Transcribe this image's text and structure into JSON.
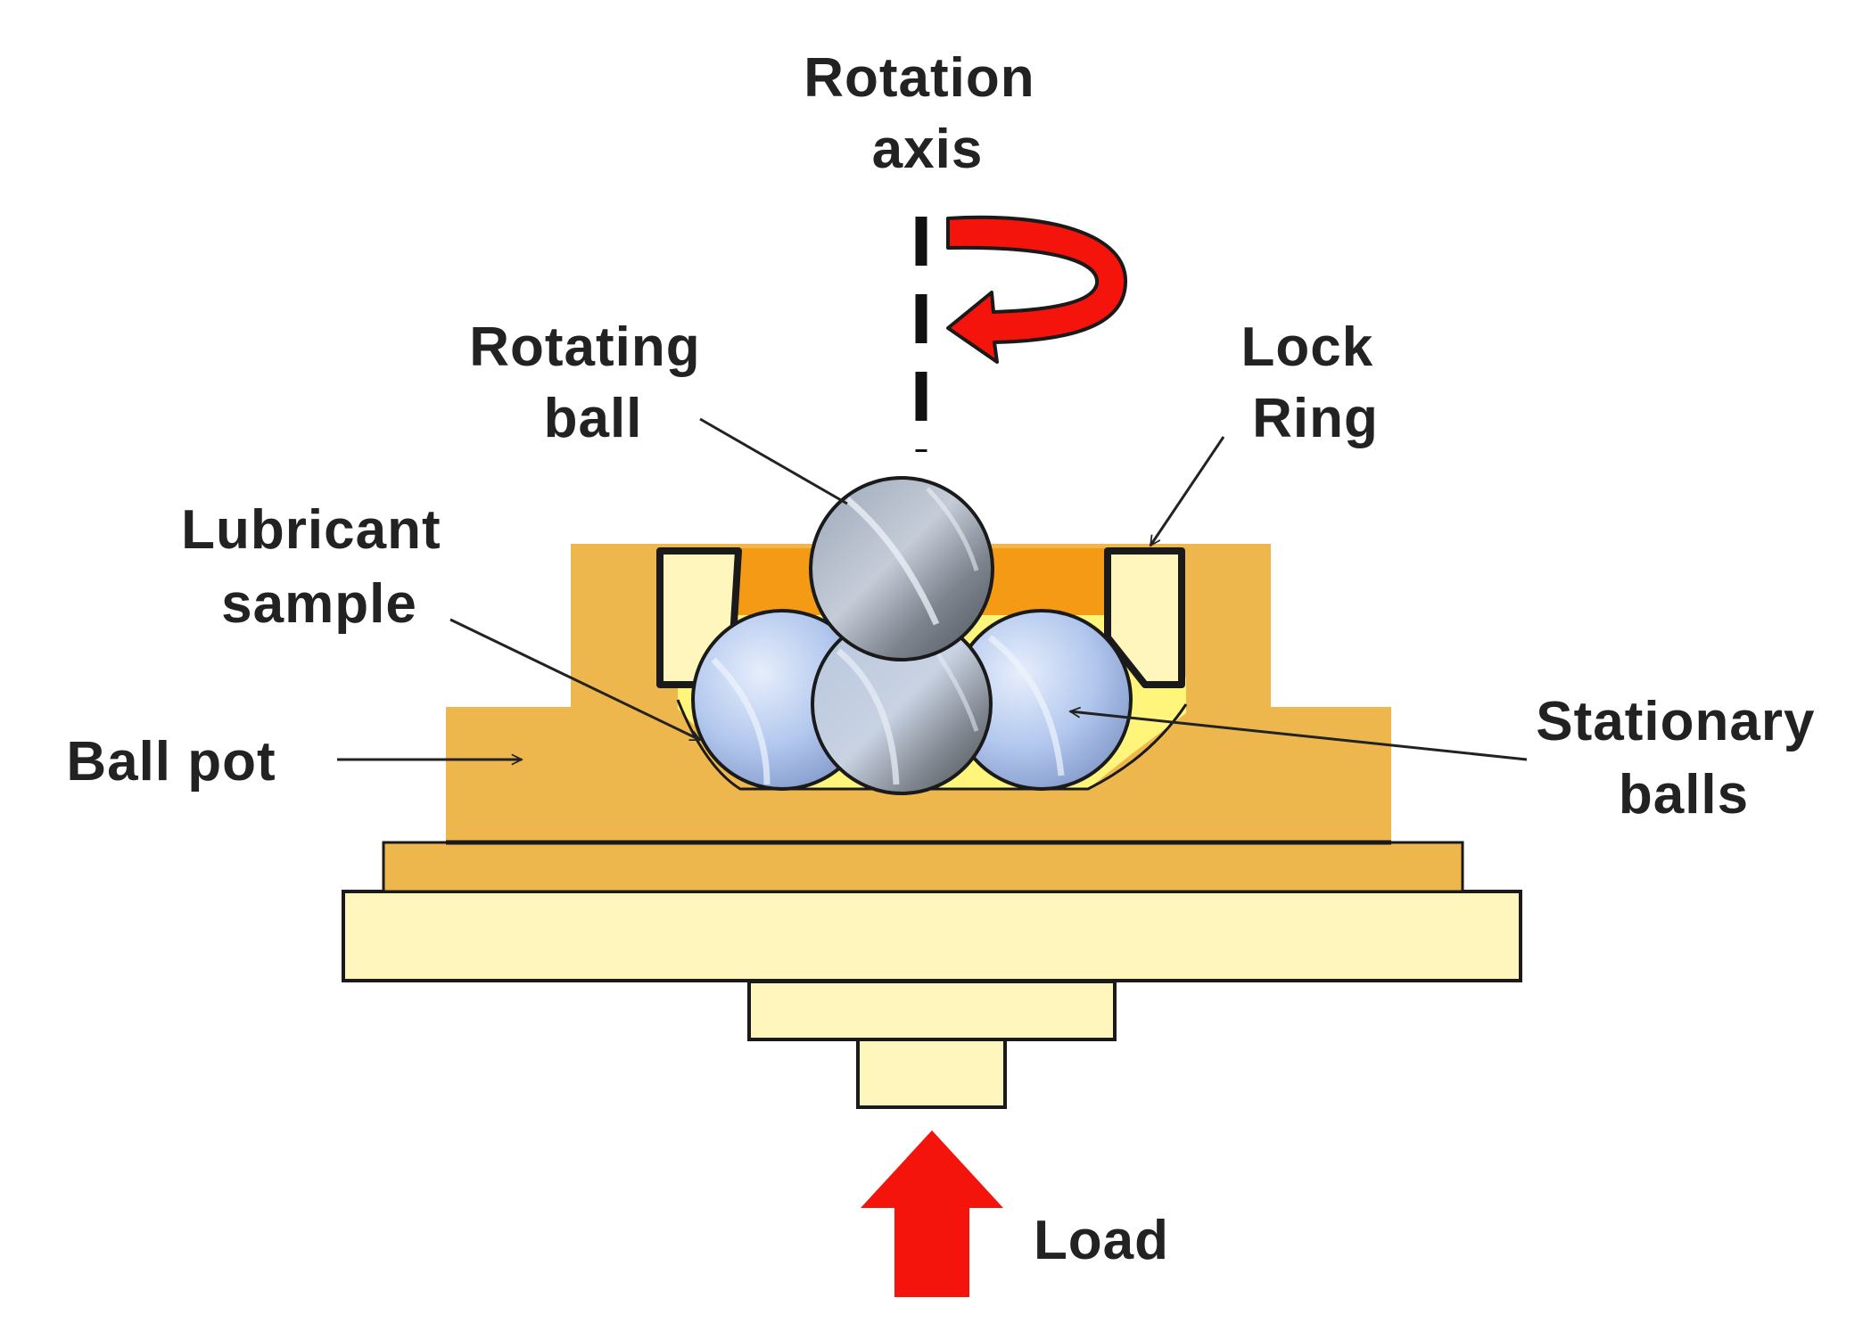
{
  "labels": {
    "rotation_axis": [
      "Rotation",
      "axis"
    ],
    "rotating_ball": [
      "Rotating",
      "ball"
    ],
    "lock_ring": [
      "Lock",
      "Ring"
    ],
    "lubricant_sample": [
      "Lubricant",
      "sample"
    ],
    "ball_pot": "Ball pot",
    "stationary_balls": [
      "Stationary",
      "balls"
    ],
    "load": "Load"
  },
  "colors": {
    "pot": "#EDB74E",
    "base_light": "#FFF6BE",
    "lubricant": "#FFF57A",
    "oil_orange": "#F59A14",
    "arrow_red": "#F4140C",
    "ball_blue": "#B7CCF0",
    "ball_grey": "#8E939B",
    "outline": "#1A1A1A"
  }
}
